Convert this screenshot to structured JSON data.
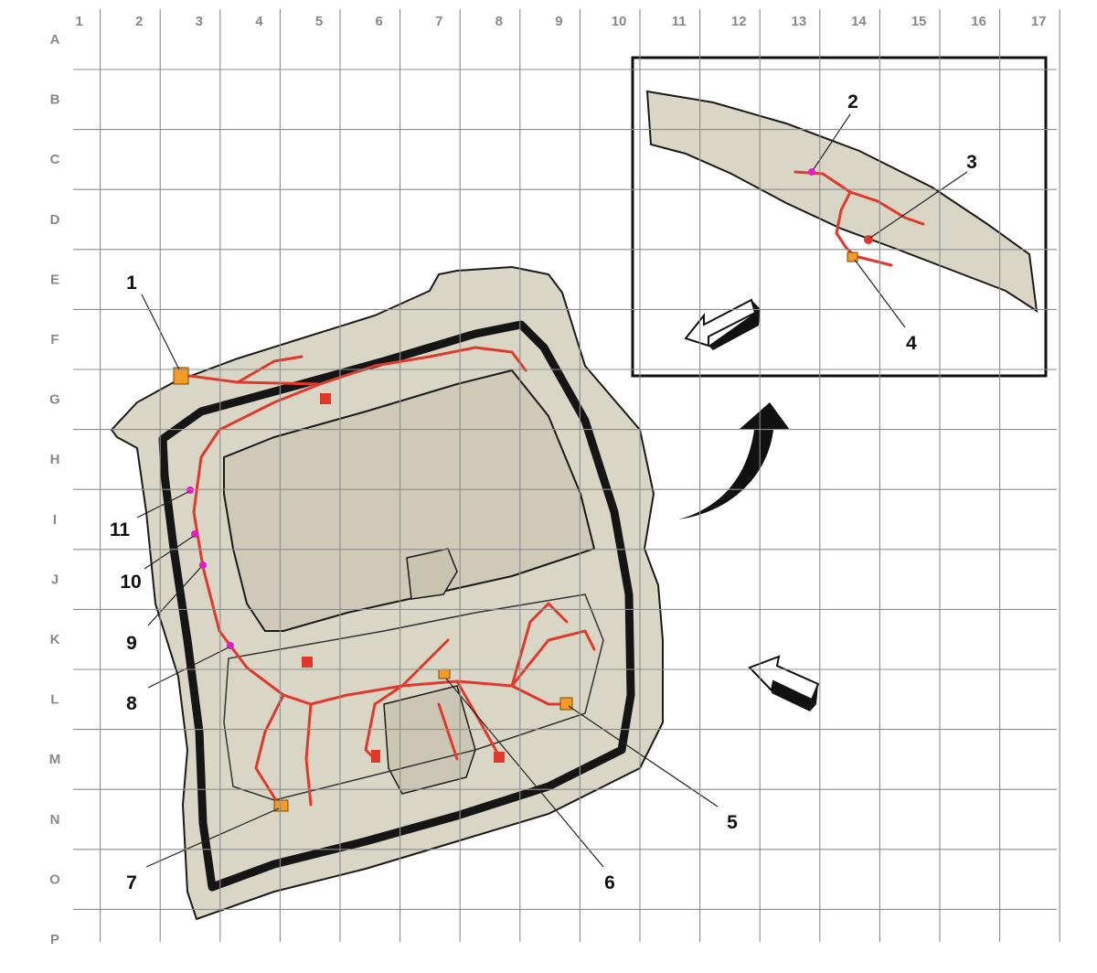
{
  "grid": {
    "columns": [
      "1",
      "2",
      "3",
      "4",
      "5",
      "6",
      "7",
      "8",
      "9",
      "10",
      "11",
      "12",
      "13",
      "14",
      "15",
      "16",
      "17"
    ],
    "rows": [
      "A",
      "B",
      "C",
      "D",
      "E",
      "F",
      "G",
      "H",
      "I",
      "J",
      "K",
      "L",
      "M",
      "N",
      "O",
      "P"
    ]
  },
  "callouts": [
    {
      "id": "1",
      "label": "1"
    },
    {
      "id": "2",
      "label": "2"
    },
    {
      "id": "3",
      "label": "3"
    },
    {
      "id": "4",
      "label": "4"
    },
    {
      "id": "5",
      "label": "5"
    },
    {
      "id": "6",
      "label": "6"
    },
    {
      "id": "7",
      "label": "7"
    },
    {
      "id": "8",
      "label": "8"
    },
    {
      "id": "9",
      "label": "9"
    },
    {
      "id": "10",
      "label": "10"
    },
    {
      "id": "11",
      "label": "11"
    }
  ],
  "colors": {
    "panel": "#d9d6c5",
    "panel_outline": "#1a1a1a",
    "seal": "#151515",
    "glass": "#cfcab7",
    "harness": "#e0392b",
    "connector_orange": "#f59a23",
    "connector_magenta": "#e21cc8",
    "grid": "#8c8c8c",
    "axis_text": "#888888"
  },
  "icons": {
    "view_arrow": "curved-arrow-icon",
    "direction_arrow": "direction-arrow-icon"
  }
}
